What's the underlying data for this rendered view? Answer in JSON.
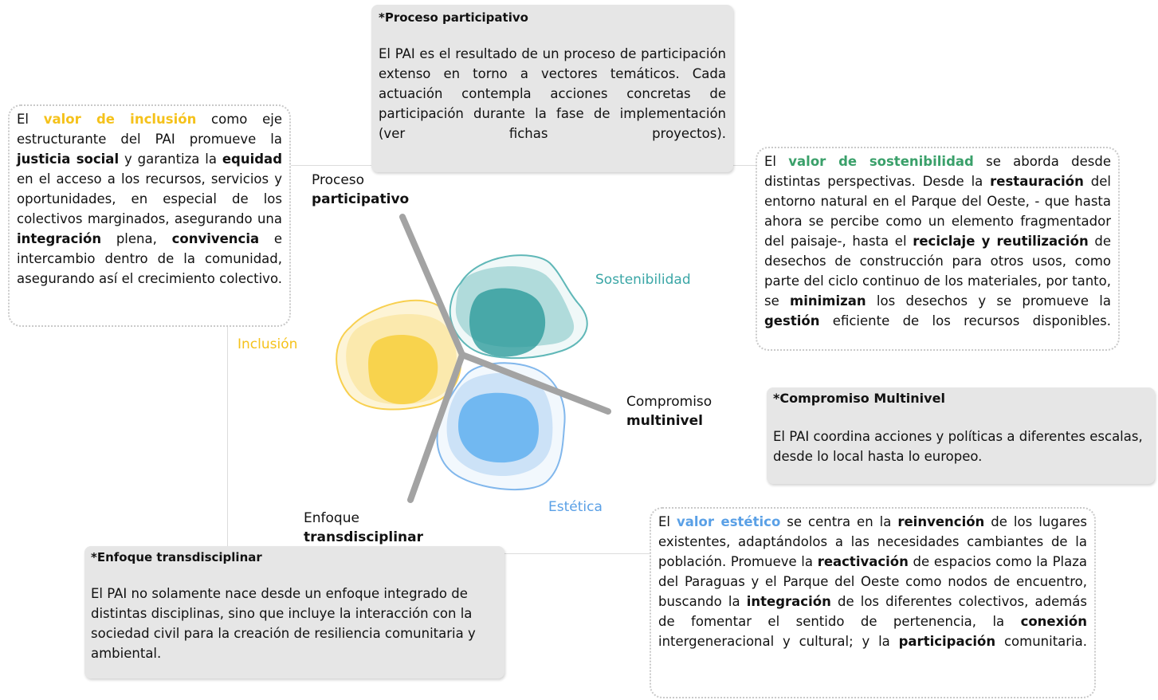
{
  "colors": {
    "inclusion": "#f5c21b",
    "sustainability": "#3aa6a6",
    "sustainability_text": "#3aa06a",
    "aesthetic": "#5aa0e6",
    "axis_gray": "#a3a3a3",
    "box_gray": "#e6e6e6"
  },
  "proceso_box": {
    "heading": "*Proceso participativo",
    "body": "El PAI es el resultado de un proceso de participación extenso en torno a vectores temáticos. Cada actuación contempla acciones concretas de participación durante la fase de implementación (ver fichas proyectos)."
  },
  "compromiso_box": {
    "heading": "*Compromiso Multinivel",
    "body": "El PAI coordina acciones y políticas a diferentes escalas, desde lo local hasta lo europeo."
  },
  "enfoque_box": {
    "heading": "*Enfoque transdisciplinar",
    "body": "El PAI no solamente nace desde un enfoque integrado de distintas disciplinas, sino que incluye la interacción con la sociedad civil para la creación de resiliencia comunitaria y ambiental."
  },
  "inclusion_box": {
    "t1": "El ",
    "highlight": "valor de inclusión",
    "t2": " como eje estructurante del PAI promueve la ",
    "b1": "justicia social",
    "t3": " y garantiza la ",
    "b2": "equidad",
    "t4": " en el acceso a los recursos, servicios y oportunidades, en especial de los colectivos marginados, asegurando una ",
    "b3": "integración",
    "t5": " plena, ",
    "b4": "convivencia",
    "t6": " e intercambio dentro de la comunidad, asegurando así el crecimiento colectivo."
  },
  "sostenibilidad_box": {
    "t1": "El ",
    "highlight": "valor de sostenibilidad",
    "t2": " se aborda desde distintas perspectivas. Desde la ",
    "b1": "restauración",
    "t3": " del entorno natural en el Parque del Oeste, - que hasta ahora se percibe como un elemento fragmentador del paisaje-, hasta el ",
    "b2": "reciclaje y reutilización",
    "t4": " de desechos de construcción para otros usos, como parte del ciclo continuo de los materiales, por tanto, se ",
    "b3": "minimizan",
    "t5": " los desechos y se promueve la ",
    "b4": "gestión",
    "t6": " eficiente de los recursos disponibles."
  },
  "estetico_box": {
    "t1": "El ",
    "highlight": "valor estético",
    "t2": " se centra en la ",
    "b1": "reinvención",
    "t3": " de los lugares existentes, adaptándolos a las necesidades cambiantes de la población. Promueve la ",
    "b2": "reactivación",
    "t4": " de espacios como la Plaza del Paraguas y el Parque del Oeste como nodos de encuentro, buscando la ",
    "b3": "integración",
    "t5": " de los diferentes colectivos, además de fomentar el sentido de pertenencia, la ",
    "b4": "conexión",
    "t6": " intergeneracional y cultural; y la ",
    "b5": "participación",
    "t7": " comunitaria."
  },
  "diagram": {
    "proceso_line1": "Proceso",
    "proceso_line2": "participativo",
    "compromiso_line1": "Compromiso",
    "compromiso_line2": "multinivel",
    "enfoque_line1": "Enfoque",
    "enfoque_line2": "transdisciplinar",
    "sostenibilidad": "Sostenibilidad",
    "inclusion": "Inclusión",
    "estetica": "Estética"
  }
}
